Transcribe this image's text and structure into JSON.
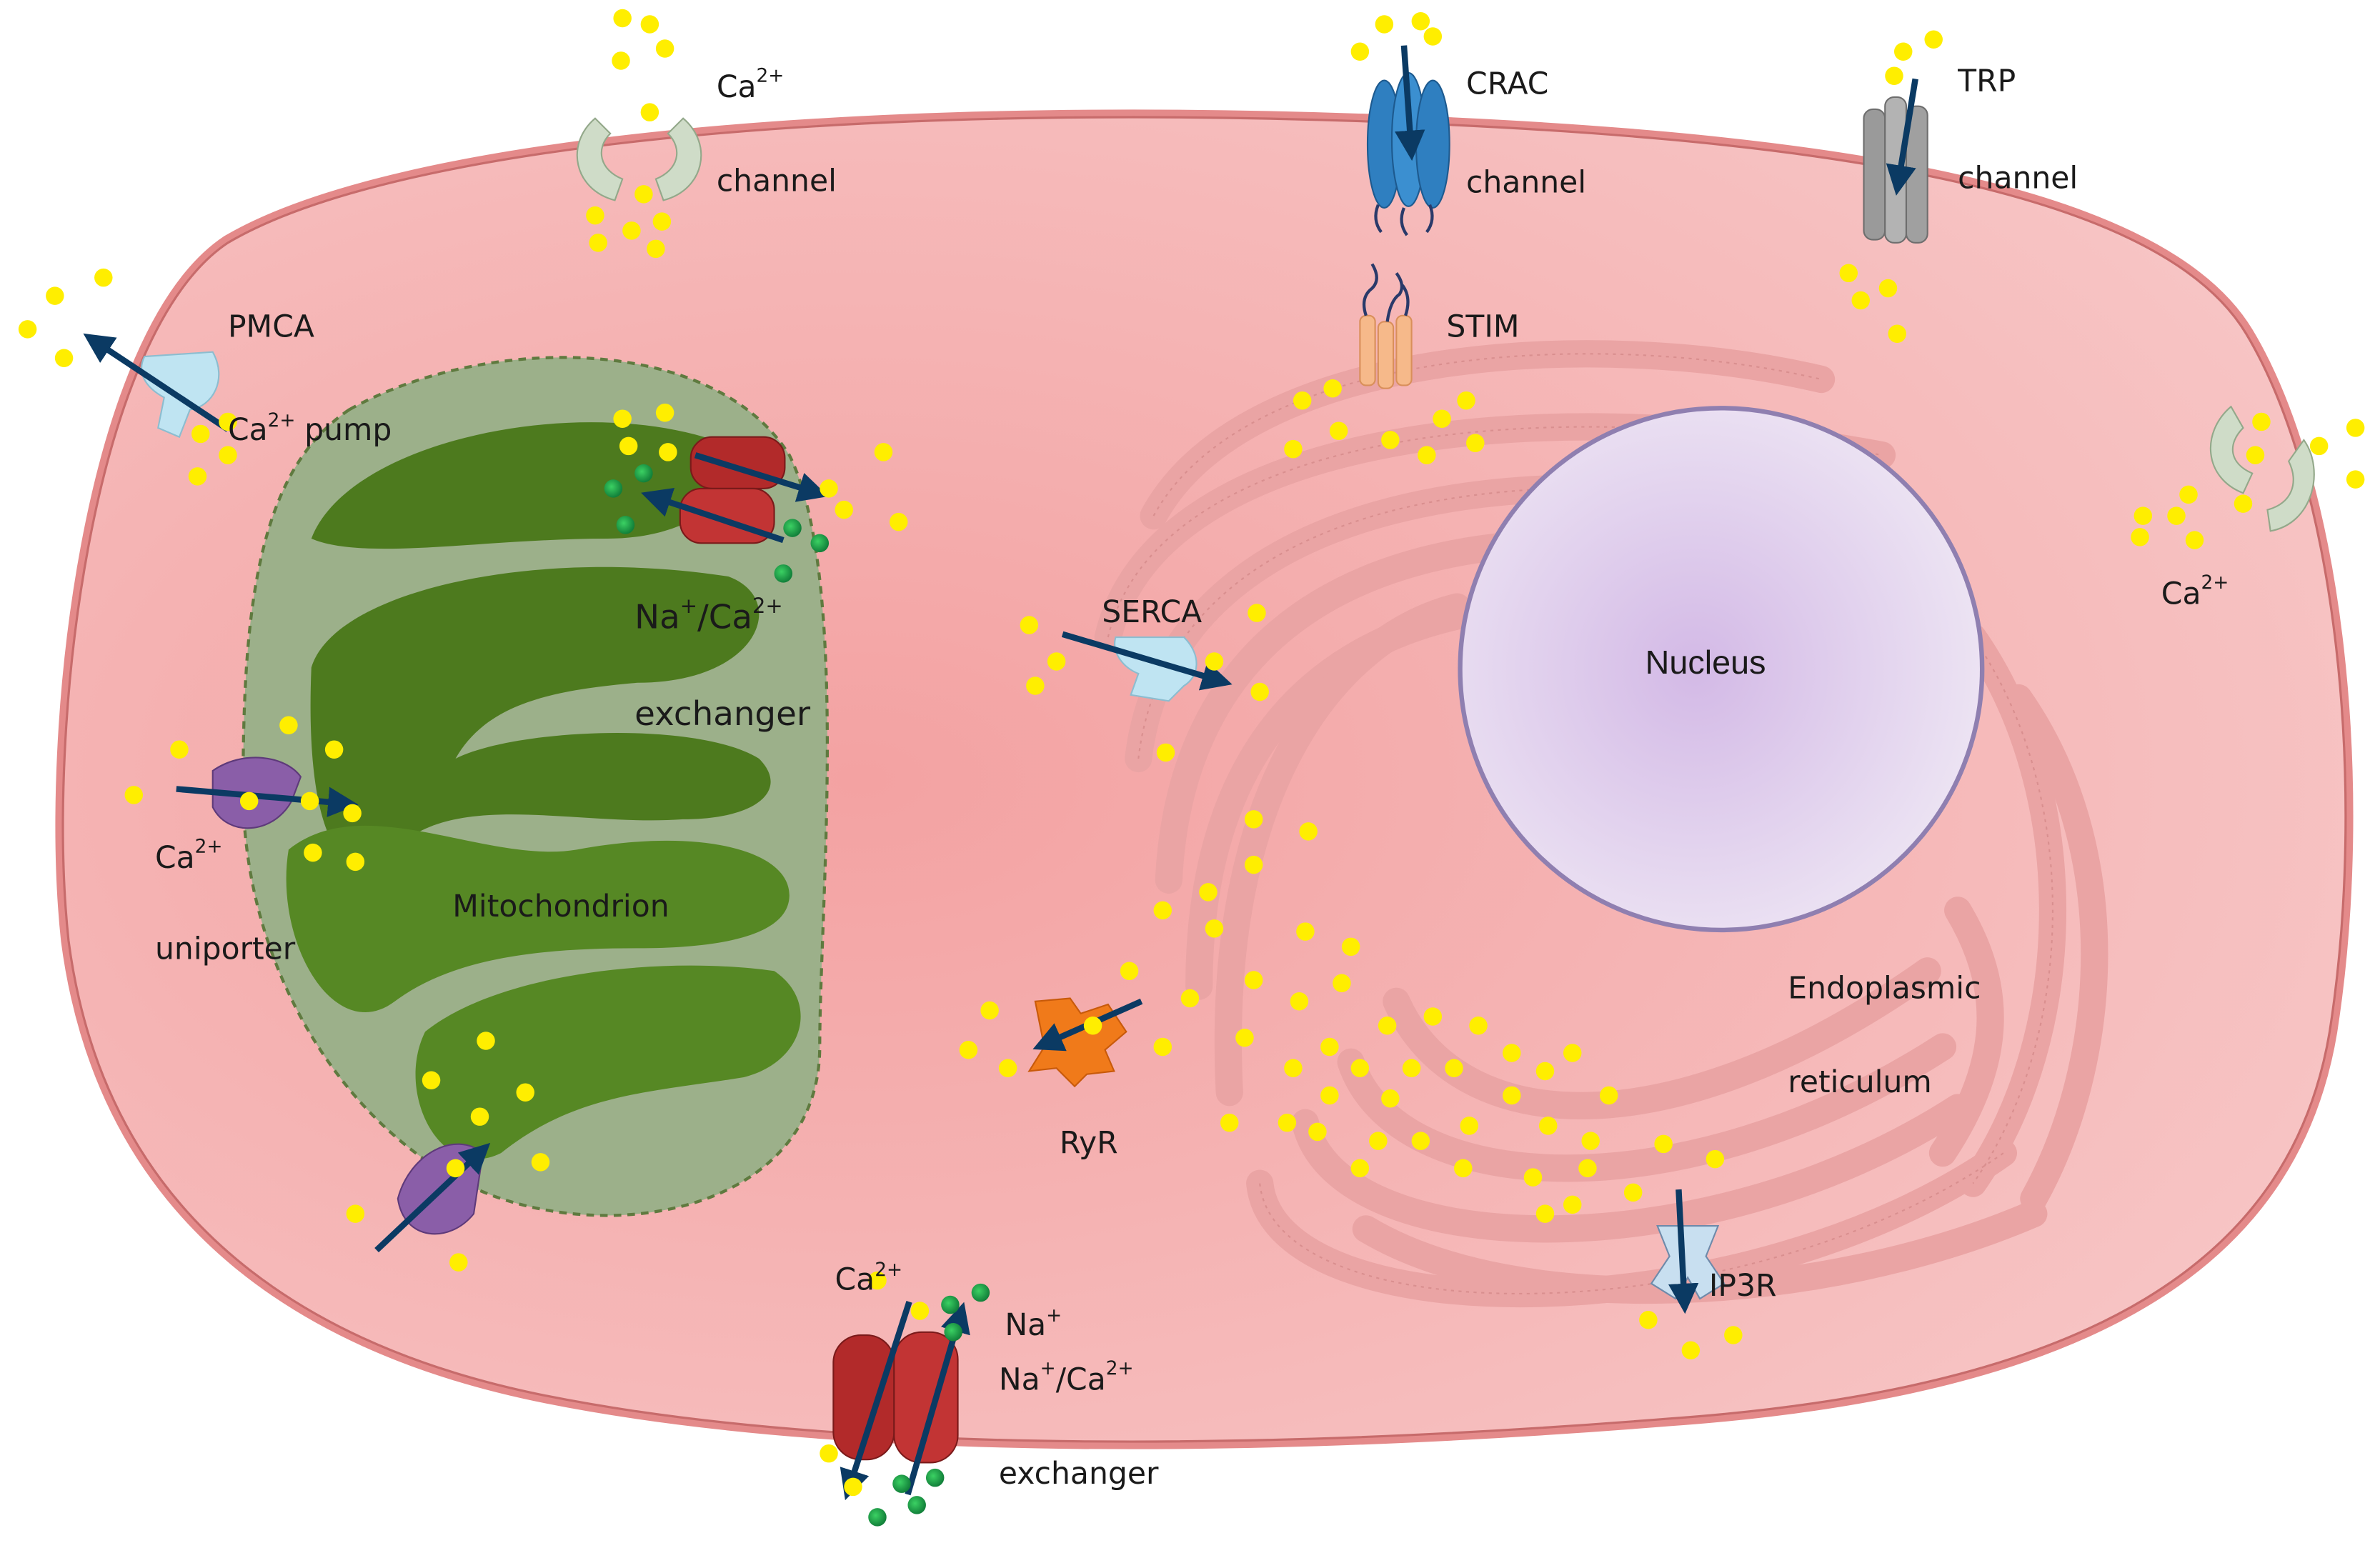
{
  "labels": {
    "ca_channel_top_ca": "Ca",
    "ca_channel_top_sup": "2+",
    "ca_channel_top_channel": "channel",
    "crac": "CRAC",
    "crac_channel": "channel",
    "trp": "TRP",
    "trp_channel": "channel",
    "stim": "STIM",
    "pmca": "PMCA",
    "pmca_pump_ca": "Ca",
    "pmca_pump_sup": "2+",
    "pmca_pump": "pump",
    "mito_exch_na": "Na",
    "mito_exch_na_sup": "+",
    "mito_exch_ca": "/Ca",
    "mito_exch_ca_sup": "2+",
    "mito_exch_exchanger": "exchanger",
    "uniporter_ca": "Ca",
    "uniporter_ca_sup": "2+",
    "uniporter": "uniporter",
    "mitochondrion": "Mitochondrion",
    "serca": "SERCA",
    "nucleus": "Nucleus",
    "right_channel_ca": "Ca",
    "right_channel_sup": "2+",
    "endoplasmic": "Endoplasmic",
    "reticulum": "reticulum",
    "ryr": "RyR",
    "ip3r": "IP3R",
    "pm_exch_ca": "Ca",
    "pm_exch_ca_sup": "2+",
    "pm_exch_na_in": "Na",
    "pm_exch_na_in_sup": "+",
    "pm_exch_na": "Na",
    "pm_exch_na_sup": "+",
    "pm_exch_ca2": "/Ca",
    "pm_exch_ca2_sup": "2+",
    "pm_exch_exchanger": "exchanger"
  },
  "colors": {
    "cytoplasm": "#f4b3b3",
    "membrane": "#e48a8a",
    "er": "#eeb0b0",
    "nucleus": "#dccbe8",
    "mitochondrion_outer": "#9cb08a",
    "mitochondrion_inner": "#4d7a1e",
    "calcium_ion": "#ffee00",
    "sodium_ion": "#1fa640",
    "arrow": "#0b3a63",
    "crac": "#2f7fc0",
    "stim": "#f6b98a",
    "trp": "#9a9a9a",
    "exchanger": "#b22a2a",
    "uniporter": "#8a5ea8",
    "pump": "#bfe4f2",
    "ryr": "#f07a1a"
  }
}
